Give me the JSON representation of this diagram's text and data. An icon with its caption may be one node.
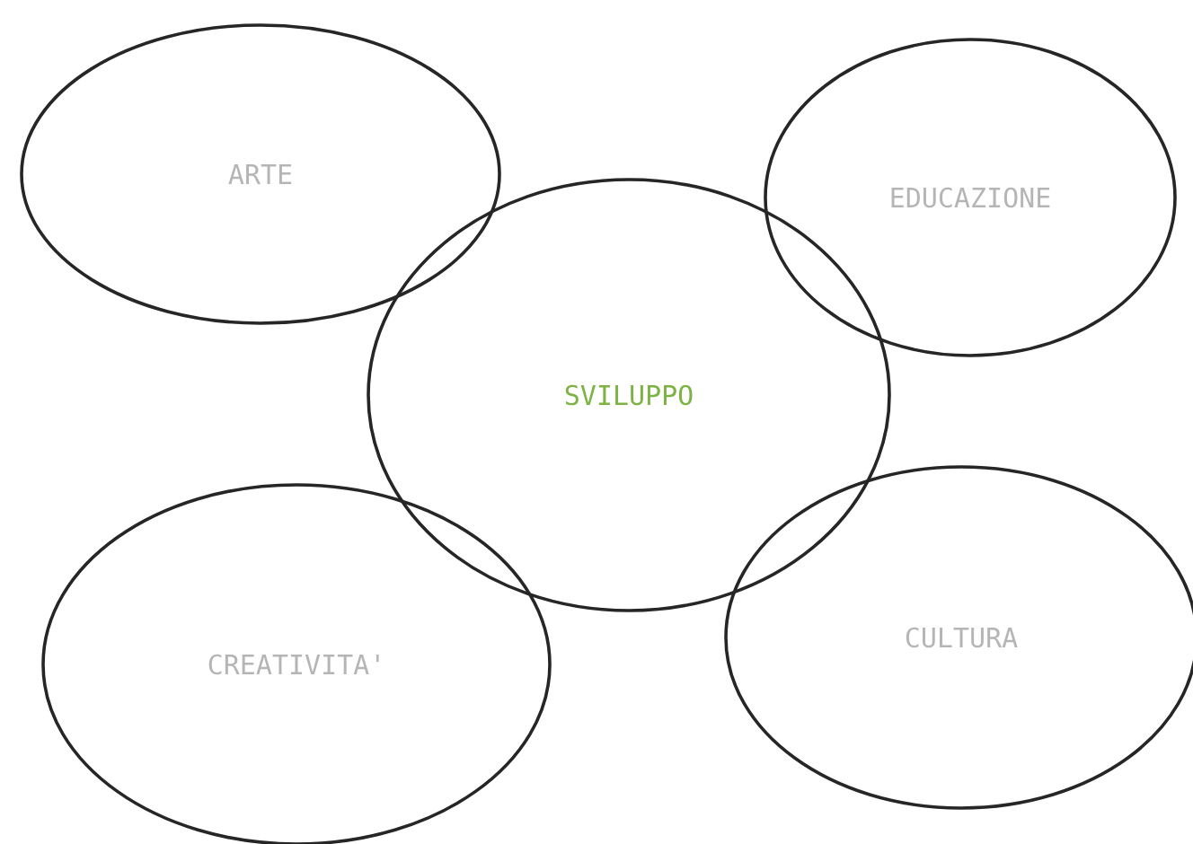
{
  "diagram": {
    "nodes": [
      {
        "text": [
          "ARTE"
        ]
      },
      {
        "text": [
          "EDUCAZIONE"
        ]
      },
      {
        "text": [
          "SVILUPPO"
        ]
      },
      {
        "text": [
          "CREATIVITA'"
        ]
      },
      {
        "text": [
          "CULTURA"
        ]
      }
    ]
  }
}
